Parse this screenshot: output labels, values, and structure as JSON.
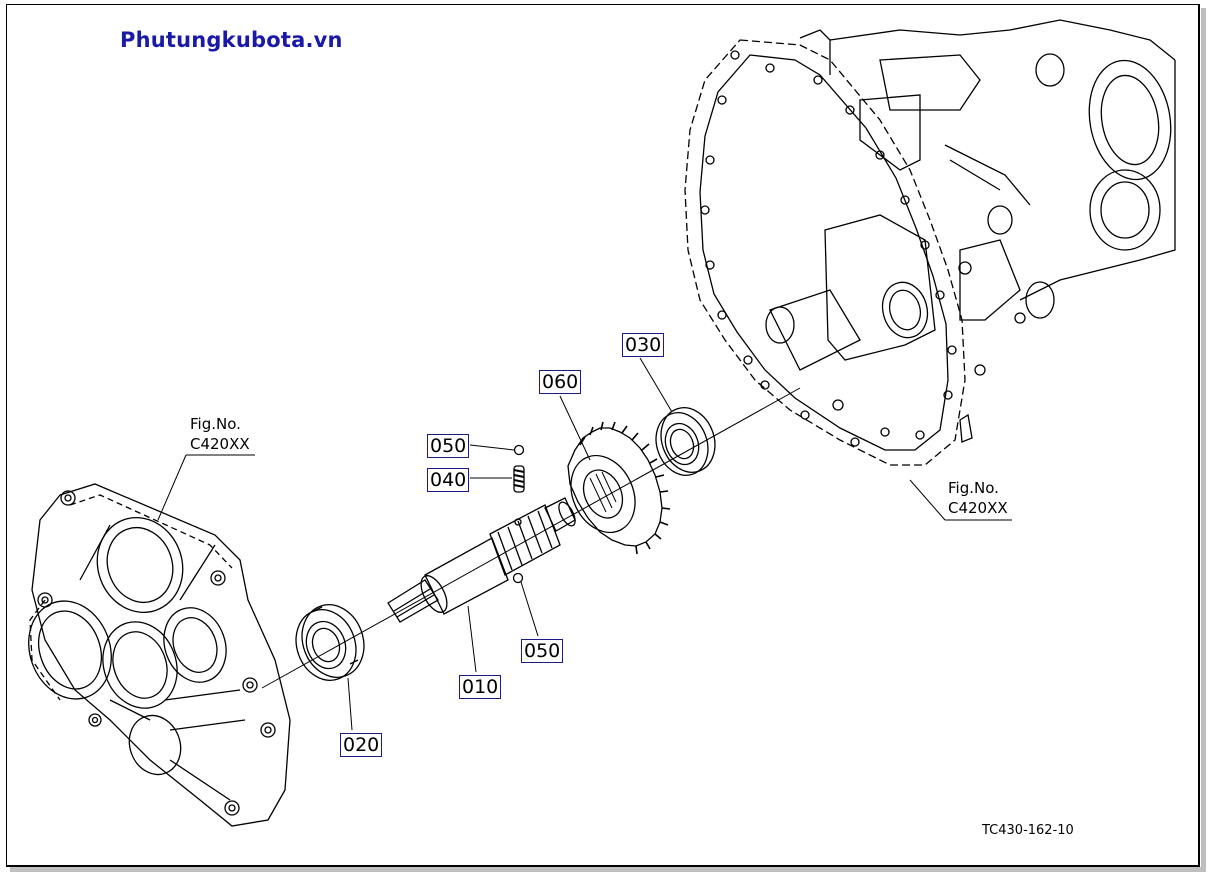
{
  "brand": "Phutungkubota.vn",
  "drawing_code": "TC430-162-10",
  "fig_refs": [
    {
      "line1": "Fig.No.",
      "line2": "C420XX"
    },
    {
      "line1": "Fig.No.",
      "line2": "C420XX"
    }
  ],
  "callouts": {
    "c010": "010",
    "c020": "020",
    "c030": "030",
    "c040": "040",
    "c050a": "050",
    "c050b": "050",
    "c060": "060"
  },
  "colors": {
    "brand": "#1a1aa6",
    "callout_border": "#1a1a8a",
    "line": "#000000"
  }
}
